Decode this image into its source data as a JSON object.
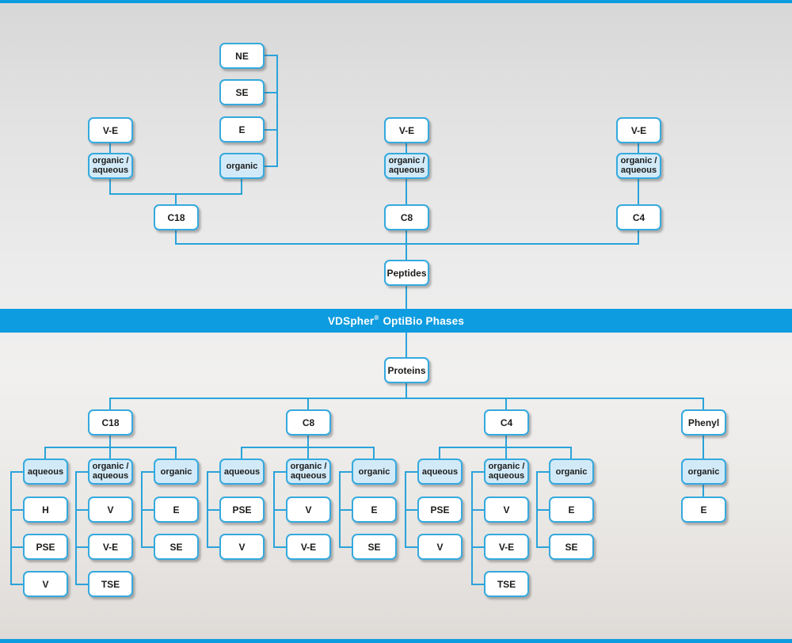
{
  "banner": {
    "brand": "VDSpher",
    "reg": "®",
    "rest": " OptiBio Phases"
  },
  "peptides": {
    "label": "Peptides",
    "c18": {
      "label": "C18",
      "organic_aqueous": {
        "label": "organic /\naqueous",
        "items": [
          "V-E"
        ]
      },
      "organic": {
        "label": "organic",
        "items": [
          "NE",
          "SE",
          "E"
        ]
      }
    },
    "c8": {
      "label": "C8",
      "organic_aqueous": {
        "label": "organic /\naqueous",
        "items": [
          "V-E"
        ]
      }
    },
    "c4": {
      "label": "C4",
      "organic_aqueous": {
        "label": "organic /\naqueous",
        "items": [
          "V-E"
        ]
      }
    }
  },
  "proteins": {
    "label": "Proteins",
    "c18": {
      "label": "C18",
      "aqueous": {
        "label": "aqueous",
        "items": [
          "H",
          "PSE",
          "V"
        ]
      },
      "organic_aqueous": {
        "label": "organic /\naqueous",
        "items": [
          "V",
          "V-E",
          "TSE"
        ]
      },
      "organic": {
        "label": "organic",
        "items": [
          "E",
          "SE"
        ]
      }
    },
    "c8": {
      "label": "C8",
      "aqueous": {
        "label": "aqueous",
        "items": [
          "PSE",
          "V"
        ]
      },
      "organic_aqueous": {
        "label": "organic /\naqueous",
        "items": [
          "V",
          "V-E"
        ]
      },
      "organic": {
        "label": "organic",
        "items": [
          "E",
          "SE"
        ]
      }
    },
    "c4": {
      "label": "C4",
      "aqueous": {
        "label": "aqueous",
        "items": [
          "PSE",
          "V"
        ]
      },
      "organic_aqueous": {
        "label": "organic /\naqueous",
        "items": [
          "V",
          "V-E",
          "TSE"
        ]
      },
      "organic": {
        "label": "organic",
        "items": [
          "E",
          "SE"
        ]
      }
    },
    "phenyl": {
      "label": "Phenyl",
      "organic": {
        "label": "organic",
        "items": [
          "E"
        ]
      }
    }
  },
  "colors": {
    "accent_blue": "#0d9cdf",
    "box_border": "#35a9de",
    "category_fill": "#d2eaf8",
    "connector": "#2aa3da",
    "background_gray": "#e6e6e6"
  }
}
